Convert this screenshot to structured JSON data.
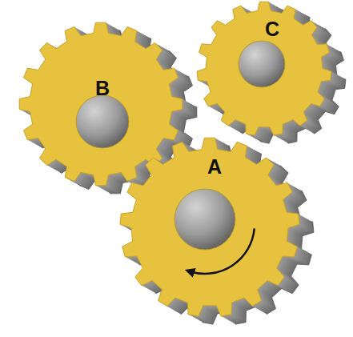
{
  "diagram": {
    "nodes": [
      {
        "text": [
          "C"
        ]
      },
      {
        "text": [
          "B"
        ]
      },
      {
        "text": [
          "A"
        ]
      }
    ]
  }
}
